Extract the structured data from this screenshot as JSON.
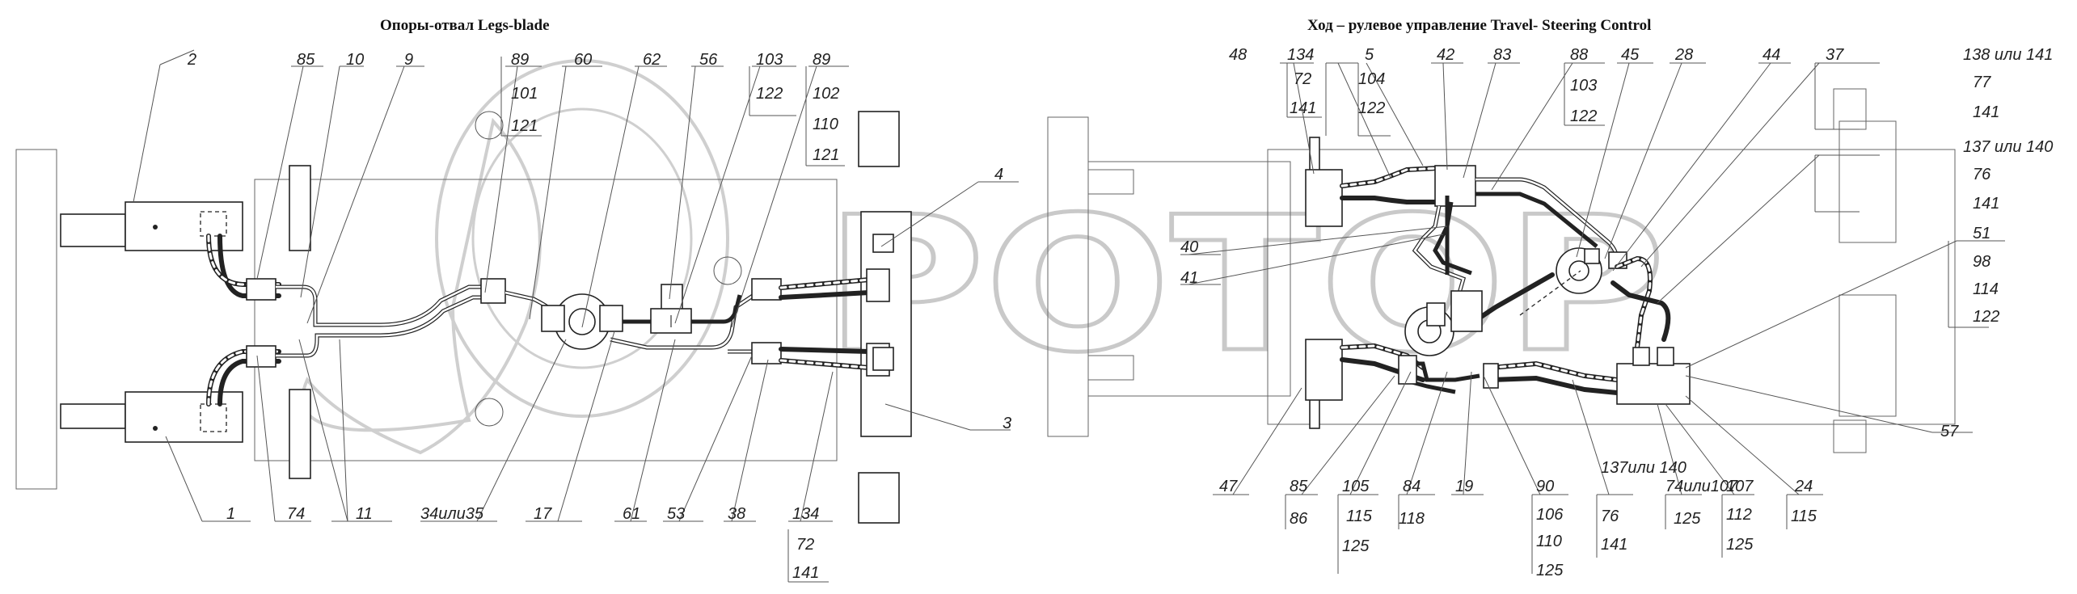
{
  "titles": {
    "left": "Опоры-отвал     Legs-blade",
    "right": "Ход – рулевое управление  Travel- Steering Control"
  },
  "watermark": "POTOP",
  "callouts": {
    "c85a": "85",
    "c10": "10",
    "c9": "9",
    "c2": "2",
    "c89a": "89",
    "c101": "101",
    "c121a": "121",
    "c60": "60",
    "c62": "62",
    "c56": "56",
    "c103a": "103",
    "c122a": "122",
    "c89b": "89",
    "c102": "102",
    "c110a": "110",
    "c121b": "121",
    "c4": "4",
    "c3": "3",
    "c1": "1",
    "c74": "74",
    "c11": "11",
    "c3435": "34или35",
    "c17": "17",
    "c61": "61",
    "c53": "53",
    "c38": "38",
    "c134a": "134",
    "c72a": "72",
    "c141a": "141",
    "c48": "48",
    "c134b": "134",
    "c72b": "72",
    "c141b": "141",
    "c5": "5",
    "c104": "104",
    "c122b": "122",
    "c42": "42",
    "c83": "83",
    "c88": "88",
    "c103b": "103",
    "c122c": "122",
    "c45": "45",
    "c28": "28",
    "c44": "44",
    "c37": "37",
    "c138": "138 или 141",
    "c77": "77",
    "c141c": "141",
    "c137a": "137 или 140",
    "c76a": "76",
    "c141d": "141",
    "c51": "51",
    "c98": "98",
    "c114": "114",
    "c122d": "122",
    "c40": "40",
    "c41": "41",
    "c57": "57",
    "c47": "47",
    "c85b": "85",
    "c86": "86",
    "c105": "105",
    "c115a": "115",
    "c125a": "125",
    "c84": "84",
    "c118": "118",
    "c19": "19",
    "c90": "90",
    "c106": "106",
    "c110b": "110",
    "c125b": "125",
    "c137b": "137или 140",
    "c76b": "76",
    "c141e": "141",
    "c74107": "74или107",
    "c125c": "125",
    "c107": "107",
    "c112": "112",
    "c125d": "125",
    "c24": "24",
    "c115b": "115"
  }
}
